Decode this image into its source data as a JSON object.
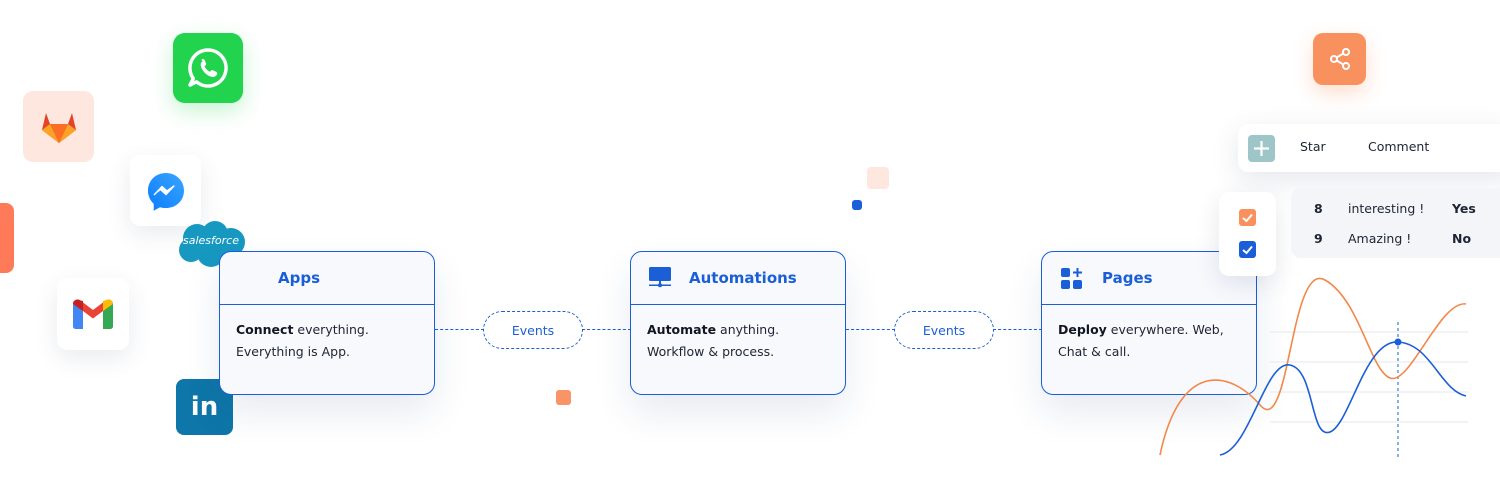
{
  "apps_card": {
    "title": "Apps",
    "bold": "Connect",
    "rest": " everything.",
    "line2": "Everything is App."
  },
  "automations_card": {
    "title": "Automations",
    "bold": "Automate",
    "rest": " anything.",
    "line2": "Workflow & process."
  },
  "pages_card": {
    "title": "Pages",
    "bold": "Deploy",
    "rest": " everywhere. Web,",
    "line2": "Chat & call."
  },
  "events_left": "Events",
  "events_right": "Events",
  "salesforce_label": "salesforce",
  "linkedin_label": "in",
  "action_bar": {
    "star": "Star",
    "comment": "Comment"
  },
  "rows": [
    {
      "num": "8",
      "text": "interesting !",
      "answer": "Yes"
    },
    {
      "num": "9",
      "text": "Amazing !",
      "answer": "No"
    }
  ],
  "colors": {
    "accent": "#1a5ed8",
    "orange": "#ff7a59",
    "teal": "#7ec0c4"
  },
  "icons": [
    "whatsapp-icon",
    "gitlab-icon",
    "messenger-icon",
    "salesforce-icon",
    "gmail-icon",
    "linkedin-icon",
    "share-icon",
    "plus-icon",
    "checkbox-icon",
    "monitor-icon",
    "grid-plus-icon"
  ]
}
